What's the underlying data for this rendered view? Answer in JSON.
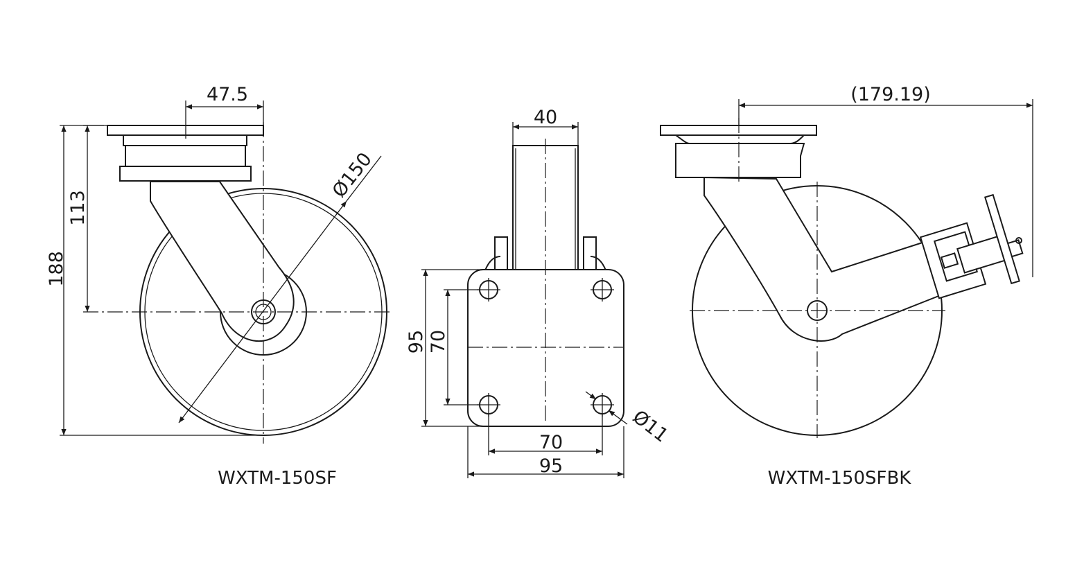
{
  "views": {
    "left": {
      "model": "WXTM-150SF"
    },
    "right": {
      "model": "WXTM-150SFBK"
    }
  },
  "dimensions": {
    "plate_offset": "47.5",
    "total_height": "188",
    "axle_height": "113",
    "wheel_diameter": "Ø150",
    "stem_width": "40",
    "plate_height": "95",
    "hole_spacing_v": "70",
    "hole_diameter": "Ø11",
    "hole_spacing_h": "70",
    "plate_width": "95",
    "overall_width": "(179.19)"
  }
}
